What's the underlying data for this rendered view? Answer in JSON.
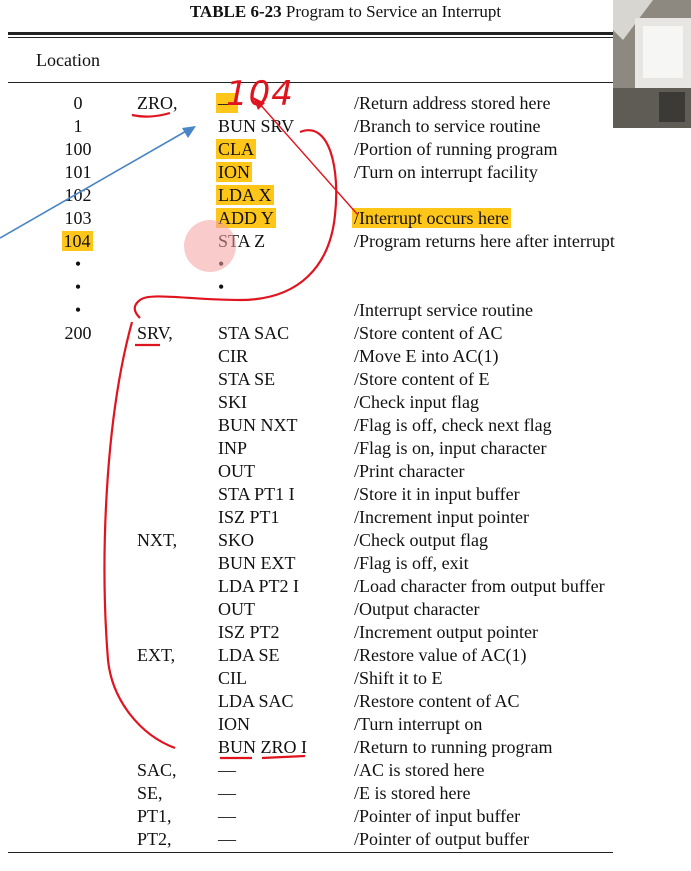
{
  "table": {
    "label": "TABLE 6-23",
    "title": "Program to Service an Interrupt",
    "header_location": "Location"
  },
  "rows": [
    {
      "loc": "0",
      "label": "ZRO,",
      "instr": "—",
      "comment": "/Return address stored here",
      "hl_instr": true,
      "hl_comment": false,
      "hl_loc": false
    },
    {
      "loc": "1",
      "label": "",
      "instr": "BUN SRV",
      "comment": "/Branch to service routine",
      "hl_instr": false,
      "hl_comment": false,
      "hl_loc": false
    },
    {
      "loc": "100",
      "label": "",
      "instr": "CLA",
      "comment": "/Portion of running program",
      "hl_instr": true,
      "hl_comment": false,
      "hl_loc": false
    },
    {
      "loc": "101",
      "label": "",
      "instr": "ION",
      "comment": "/Turn on interrupt facility",
      "hl_instr": true,
      "hl_comment": false,
      "hl_loc": false
    },
    {
      "loc": "102",
      "label": "",
      "instr": "LDA X",
      "comment": "",
      "hl_instr": true,
      "hl_comment": false,
      "hl_loc": false
    },
    {
      "loc": "103",
      "label": "",
      "instr": "ADD Y",
      "comment": "/Interrupt occurs here",
      "hl_instr": true,
      "hl_comment": true,
      "hl_loc": false
    },
    {
      "loc": "104",
      "label": "",
      "instr": "STA Z",
      "comment": "/Program returns here after interrupt",
      "hl_instr": false,
      "hl_comment": false,
      "hl_loc": true
    },
    {
      "loc": "•",
      "label": "",
      "instr": "•",
      "comment": "",
      "hl_instr": false,
      "hl_comment": false,
      "hl_loc": false
    },
    {
      "loc": "•",
      "label": "",
      "instr": "•",
      "comment": "",
      "hl_instr": false,
      "hl_comment": false,
      "hl_loc": false
    },
    {
      "loc": "•",
      "label": "",
      "instr": "",
      "comment": "/Interrupt service routine",
      "hl_instr": false,
      "hl_comment": false,
      "hl_loc": false
    },
    {
      "loc": "200",
      "label": "SRV,",
      "instr": "STA SAC",
      "comment": "/Store content of AC",
      "hl_instr": false,
      "hl_comment": false,
      "hl_loc": false
    },
    {
      "loc": "",
      "label": "",
      "instr": "CIR",
      "comment": "/Move E into AC(1)",
      "hl_instr": false,
      "hl_comment": false,
      "hl_loc": false
    },
    {
      "loc": "",
      "label": "",
      "instr": "STA SE",
      "comment": "/Store content of E",
      "hl_instr": false,
      "hl_comment": false,
      "hl_loc": false
    },
    {
      "loc": "",
      "label": "",
      "instr": "SKI",
      "comment": "/Check input flag",
      "hl_instr": false,
      "hl_comment": false,
      "hl_loc": false
    },
    {
      "loc": "",
      "label": "",
      "instr": "BUN NXT",
      "comment": "/Flag is off, check next flag",
      "hl_instr": false,
      "hl_comment": false,
      "hl_loc": false
    },
    {
      "loc": "",
      "label": "",
      "instr": "INP",
      "comment": "/Flag is on, input character",
      "hl_instr": false,
      "hl_comment": false,
      "hl_loc": false
    },
    {
      "loc": "",
      "label": "",
      "instr": "OUT",
      "comment": "/Print character",
      "hl_instr": false,
      "hl_comment": false,
      "hl_loc": false
    },
    {
      "loc": "",
      "label": "",
      "instr": "STA PT1 I",
      "comment": "/Store it in input buffer",
      "hl_instr": false,
      "hl_comment": false,
      "hl_loc": false
    },
    {
      "loc": "",
      "label": "",
      "instr": "ISZ PT1",
      "comment": "/Increment input pointer",
      "hl_instr": false,
      "hl_comment": false,
      "hl_loc": false
    },
    {
      "loc": "",
      "label": "NXT,",
      "instr": "SKO",
      "comment": "/Check output flag",
      "hl_instr": false,
      "hl_comment": false,
      "hl_loc": false
    },
    {
      "loc": "",
      "label": "",
      "instr": "BUN EXT",
      "comment": "/Flag is off, exit",
      "hl_instr": false,
      "hl_comment": false,
      "hl_loc": false
    },
    {
      "loc": "",
      "label": "",
      "instr": "LDA PT2 I",
      "comment": "/Load character from output buffer",
      "hl_instr": false,
      "hl_comment": false,
      "hl_loc": false
    },
    {
      "loc": "",
      "label": "",
      "instr": "OUT",
      "comment": "/Output character",
      "hl_instr": false,
      "hl_comment": false,
      "hl_loc": false
    },
    {
      "loc": "",
      "label": "",
      "instr": "ISZ PT2",
      "comment": "/Increment output pointer",
      "hl_instr": false,
      "hl_comment": false,
      "hl_loc": false
    },
    {
      "loc": "",
      "label": "EXT,",
      "instr": "LDA SE",
      "comment": "/Restore value of AC(1)",
      "hl_instr": false,
      "hl_comment": false,
      "hl_loc": false
    },
    {
      "loc": "",
      "label": "",
      "instr": "CIL",
      "comment": "/Shift it to E",
      "hl_instr": false,
      "hl_comment": false,
      "hl_loc": false
    },
    {
      "loc": "",
      "label": "",
      "instr": "LDA SAC",
      "comment": "/Restore content of AC",
      "hl_instr": false,
      "hl_comment": false,
      "hl_loc": false
    },
    {
      "loc": "",
      "label": "",
      "instr": "ION",
      "comment": "/Turn interrupt on",
      "hl_instr": false,
      "hl_comment": false,
      "hl_loc": false
    },
    {
      "loc": "",
      "label": "",
      "instr": "BUN ZRO I",
      "comment": "/Return to running program",
      "hl_instr": false,
      "hl_comment": false,
      "hl_loc": false
    },
    {
      "loc": "",
      "label": "SAC,",
      "instr": "—",
      "comment": "/AC is stored here",
      "hl_instr": false,
      "hl_comment": false,
      "hl_loc": false
    },
    {
      "loc": "",
      "label": "SE,",
      "instr": "—",
      "comment": "/E is stored here",
      "hl_instr": false,
      "hl_comment": false,
      "hl_loc": false
    },
    {
      "loc": "",
      "label": "PT1,",
      "instr": "—",
      "comment": "/Pointer of input buffer",
      "hl_instr": false,
      "hl_comment": false,
      "hl_loc": false
    },
    {
      "loc": "",
      "label": "PT2,",
      "instr": "—",
      "comment": "/Pointer of output buffer",
      "hl_instr": false,
      "hl_comment": false,
      "hl_loc": false
    }
  ],
  "annotations": {
    "handwritten_value": "104"
  },
  "colors": {
    "highlight": "#ffc61a",
    "ink_red": "#e0141e",
    "arrow_blue": "#4a86c5",
    "cursor_dot": "#f4a0a0"
  }
}
